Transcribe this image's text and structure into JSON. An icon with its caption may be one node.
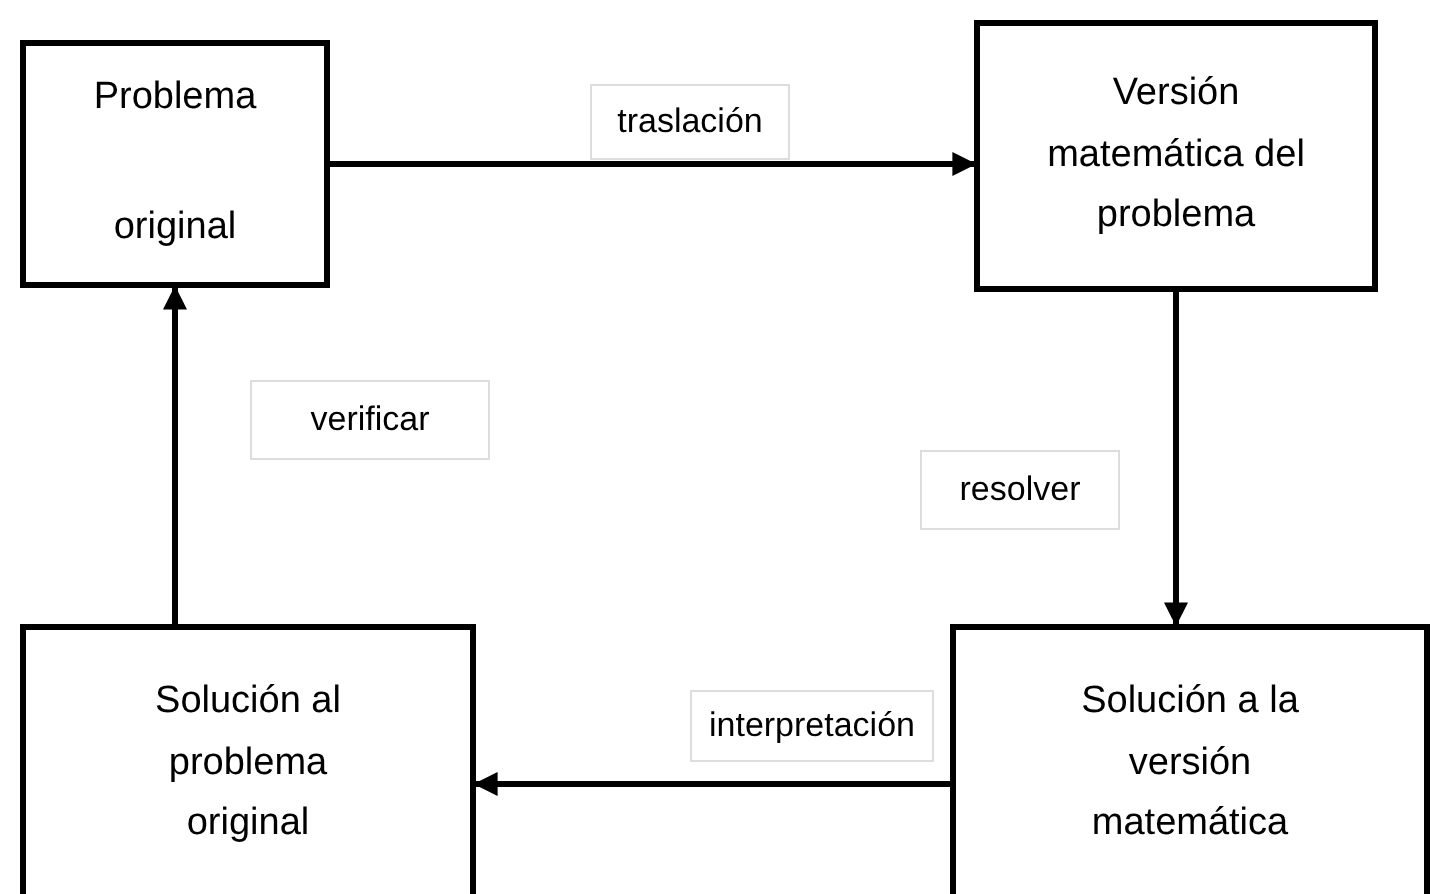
{
  "diagram": {
    "nodes": [
      {
        "text": [
          "Problema original"
        ]
      },
      {
        "text": [
          "Versión matemática del problema"
        ]
      },
      {
        "text": [
          "Solución a la versión matemática"
        ]
      },
      {
        "text": [
          "Solución al problema original"
        ]
      }
    ],
    "edges": [
      {
        "from": 0,
        "to": 1,
        "arrow": "to",
        "label": "traslación"
      },
      {
        "from": 1,
        "to": 2,
        "arrow": "to",
        "label": "resolver"
      },
      {
        "from": 2,
        "to": 3,
        "arrow": "to",
        "label": "interpretación"
      },
      {
        "from": 3,
        "to": 0,
        "arrow": "to",
        "label": "verificar"
      }
    ]
  }
}
